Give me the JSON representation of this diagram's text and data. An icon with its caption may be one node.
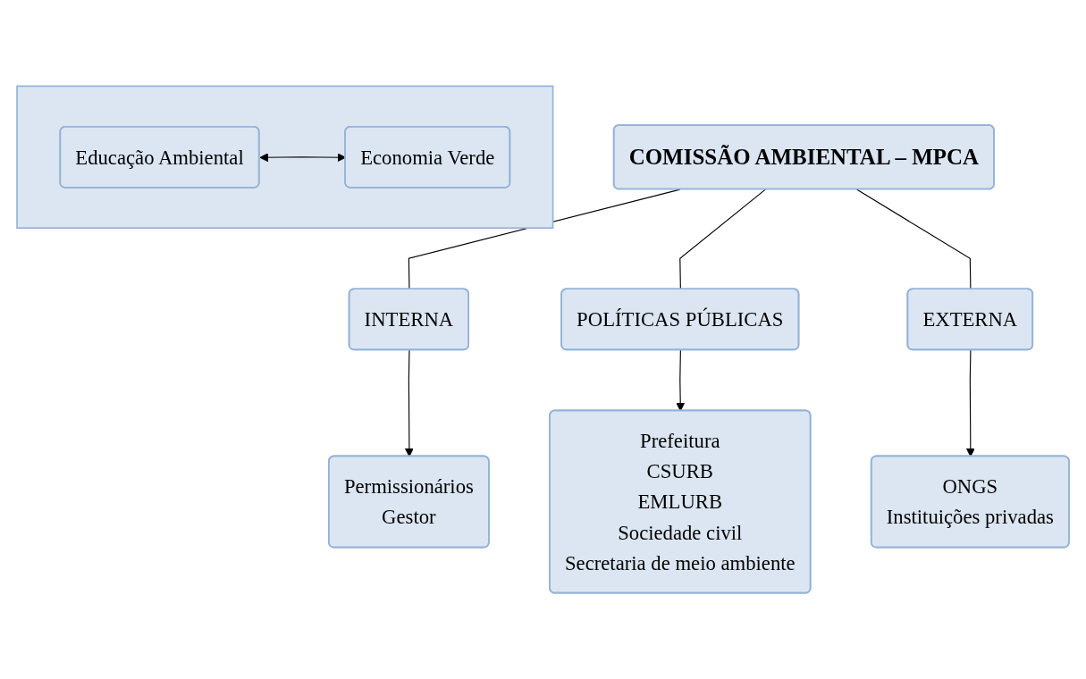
{
  "diagram": {
    "nodes": [
      {
        "text": [
          "COMISSÃO AMBIENTAL – MPCA"
        ]
      },
      {
        "text": [
          "INTERNA"
        ]
      },
      {
        "text": [
          "POLÍTICAS PÚBLICAS"
        ]
      },
      {
        "text": [
          "EXTERNA"
        ]
      },
      {
        "text": [
          "Permissionários",
          "Gestor"
        ]
      },
      {
        "text": [
          "Prefeitura",
          "CSURB",
          "EMLURB",
          "Sociedade civil",
          "Secretaria de meio ambiente"
        ]
      },
      {
        "text": [
          "ONGS",
          "Instituições privadas"
        ]
      },
      {
        "text": [],
        "shape": "box"
      },
      {
        "text": [
          "Educação Ambiental"
        ],
        "in": 7
      },
      {
        "text": [
          "Economia Verde"
        ],
        "in": 7
      }
    ],
    "edges": [
      {
        "from": 0,
        "to": 1,
        "arrow": "none"
      },
      {
        "from": 0,
        "to": 2,
        "arrow": "none"
      },
      {
        "from": 0,
        "to": 3,
        "arrow": "none"
      },
      {
        "from": 1,
        "to": 4,
        "arrow": "to"
      },
      {
        "from": 2,
        "to": 5,
        "arrow": "to"
      },
      {
        "from": 3,
        "to": 6,
        "arrow": "to"
      },
      {
        "from": 8,
        "to": 9,
        "arrow": "both"
      }
    ]
  }
}
